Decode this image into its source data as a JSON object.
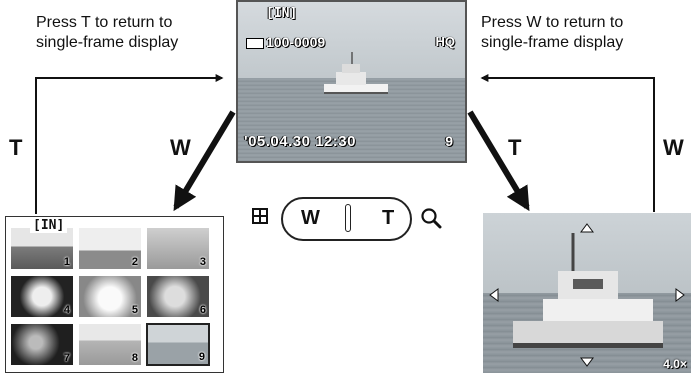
{
  "captions": {
    "left_line1": "Press T to return to",
    "left_line2": "single-frame display",
    "right_line1": "Press W to return to",
    "right_line2": "single-frame display"
  },
  "arrow_labels": {
    "left_outer": "T",
    "left_inner": "W",
    "right_inner": "T",
    "right_outer": "W"
  },
  "main_screen": {
    "memory": "[IN]",
    "frame_number": "100-0009",
    "quality": "HQ",
    "datetime": "'05.04.30 12:30",
    "count": "9"
  },
  "index_view": {
    "memory": "[IN]",
    "thumbnails": [
      {
        "label": "1",
        "icon": "railway-track"
      },
      {
        "label": "2",
        "icon": "tree-field"
      },
      {
        "label": "3",
        "icon": "birds-sky"
      },
      {
        "label": "4",
        "icon": "white-flower"
      },
      {
        "label": "5",
        "icon": "daisy"
      },
      {
        "label": "6",
        "icon": "flower-closeup"
      },
      {
        "label": "7",
        "icon": "flowers-dark"
      },
      {
        "label": "8",
        "icon": "boat-water"
      },
      {
        "label": "9",
        "icon": "boat-small"
      }
    ],
    "selected": "9"
  },
  "zoom_control": {
    "wide_label": "W",
    "tele_label": "T",
    "left_icon": "index-grid-icon",
    "right_icon": "magnifier-icon"
  },
  "zoom_view": {
    "zoom_level": "4.0×",
    "nav_icons": [
      "up-triangle-icon",
      "down-triangle-icon",
      "left-triangle-icon",
      "right-triangle-icon"
    ]
  }
}
